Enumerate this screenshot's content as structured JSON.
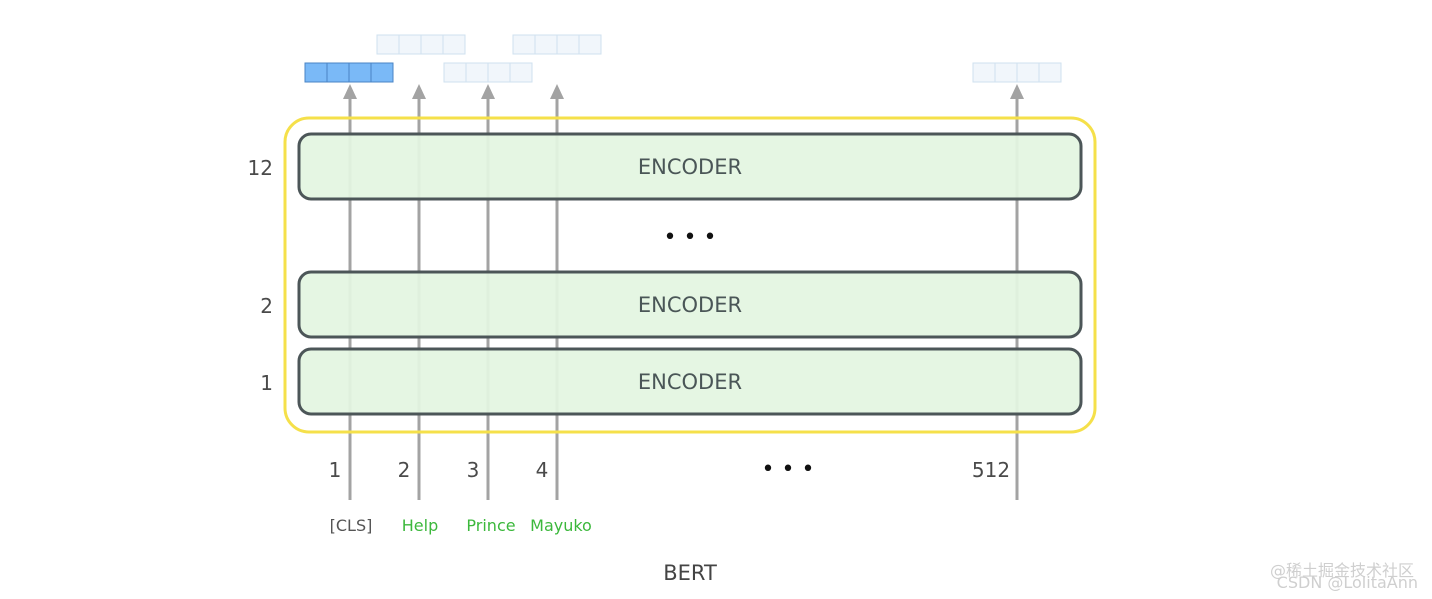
{
  "encoder_label": "ENCODER",
  "layers": [
    {
      "number": "12",
      "label": "ENCODER"
    },
    {
      "number": "2",
      "label": "ENCODER"
    },
    {
      "number": "1",
      "label": "ENCODER"
    }
  ],
  "layer_ellipsis": "• • •",
  "positions": [
    "1",
    "2",
    "3",
    "4",
    "512"
  ],
  "position_ellipsis": "• • •",
  "tokens": [
    {
      "text": "[CLS]",
      "color": "#555555"
    },
    {
      "text": "Help",
      "color": "#3cb83c"
    },
    {
      "text": "Prince",
      "color": "#3cb83c"
    },
    {
      "text": "Mayuko",
      "color": "#3cb83c"
    }
  ],
  "title": "BERT",
  "watermark": {
    "line1": "@稀土掘金技术社区",
    "line2": "CSDN @LolitaAnn"
  },
  "colors": {
    "encoder_fill": "#e3f5e1",
    "encoder_stroke": "#4c5658",
    "bert_outline": "#f5e04a",
    "arrow": "#a3a3a3",
    "cls_vector_fill": "#7ab9f7",
    "cls_vector_stroke": "#4a84c4",
    "vector_fill": "#f1f6fb",
    "vector_stroke": "#cfe0ef"
  }
}
